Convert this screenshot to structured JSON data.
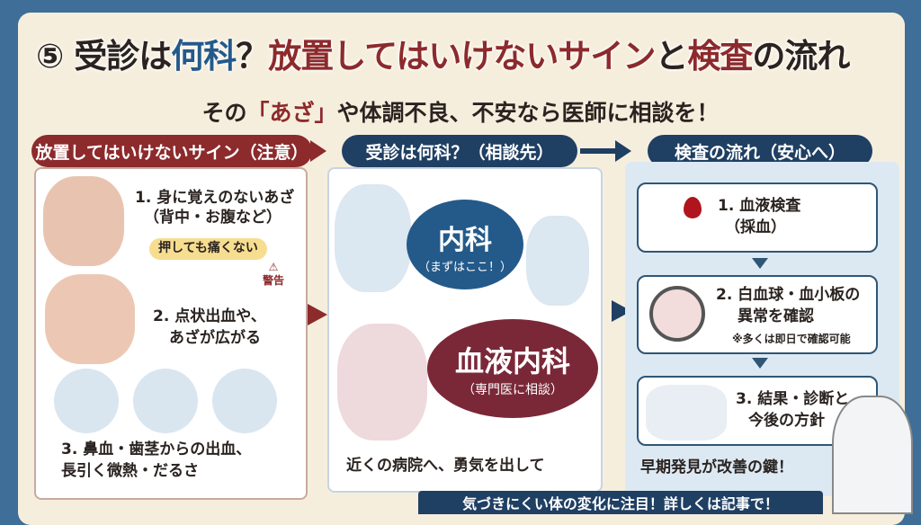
{
  "title": {
    "num": "⑤",
    "p1": "受診は",
    "p2": "何科",
    "p3": "？",
    "p4": "放置してはいけないサイン",
    "p5": "と",
    "p6": "検査",
    "p7": "の流れ"
  },
  "subtitle": {
    "a": "その",
    "b": "「あざ」",
    "c": "や体調不良、不安なら医師に相談を！"
  },
  "columns": [
    {
      "header": "放置してはいけないサイン（注意）",
      "items": [
        "1. 身に覚えのないあざ",
        "（背中・お腹など）",
        "押しても痛くない",
        "警告",
        "2. 点状出血や、",
        "あざが広がる",
        "3. 鼻血・歯茎からの出血、",
        "長引く微熱・だるさ"
      ]
    },
    {
      "header": "受診は何科？（相談先）",
      "dept1": "内科",
      "dept1_note": "（まずはここ！）",
      "dept2": "血液内科",
      "dept2_note": "（専門医に相談）",
      "footer": "近くの病院へ、勇気を出して"
    },
    {
      "header": "検査の流れ（安心へ）",
      "steps": [
        {
          "l1": "1. 血液検査",
          "l2": "（採血）"
        },
        {
          "l1": "2. 白血球・血小板の",
          "l2": "異常を確認",
          "note": "※多くは即日で確認可能"
        },
        {
          "l1": "3. 結果・診断と",
          "l2": "今後の方針"
        }
      ],
      "footer": "早期発見が改善の鍵！"
    }
  ],
  "banner": "気づきにくい体の変化に注目！詳しくは記事で！",
  "colors": {
    "bg": "#3f6e98",
    "panel": "#f6eedd",
    "red": "#8c2a2c",
    "navy": "#1f3f63"
  }
}
